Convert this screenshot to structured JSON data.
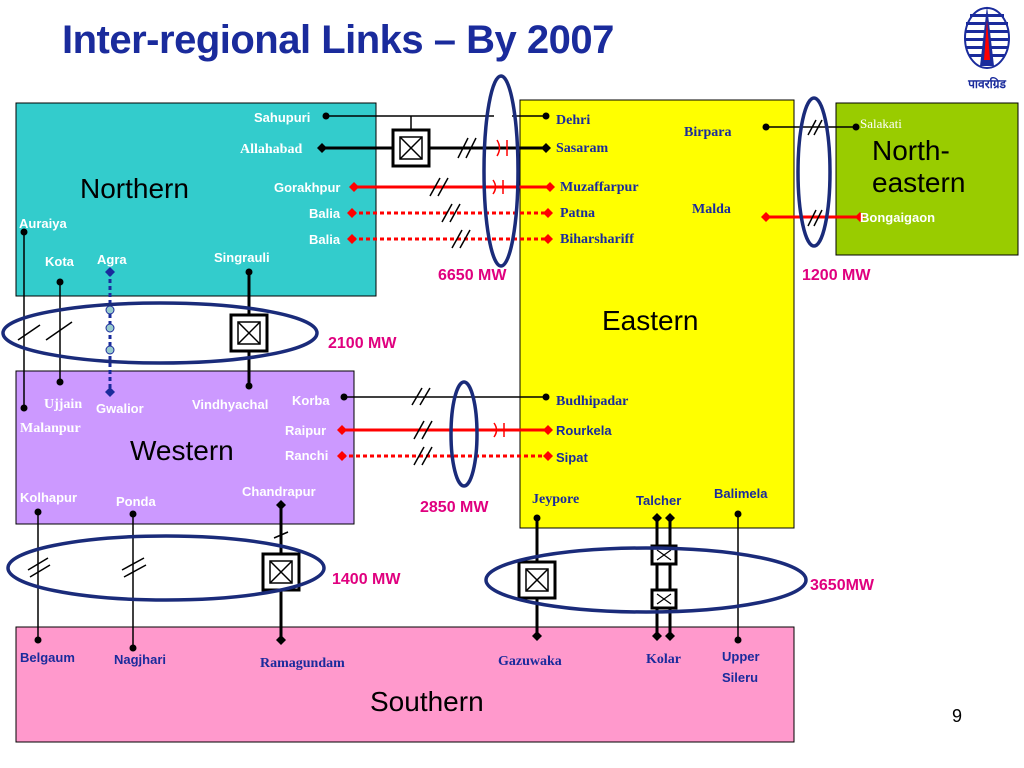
{
  "title": "Inter-regional Links – By 2007",
  "page_number": "9",
  "logo": {
    "text": "पावरग्रिड",
    "icon": "powergrid-tower-logo"
  },
  "colors": {
    "title": "#1a2b9c",
    "northern": "#33cccc",
    "eastern": "#ffff00",
    "northeastern": "#99cc00",
    "western": "#cc99ff",
    "southern": "#ff99cc",
    "ring": "#1a2b7a",
    "link_red": "#ff0000",
    "capacity": "#e0007f"
  },
  "regions": {
    "northern": "Northern",
    "eastern": "Eastern",
    "northeastern": "North-\neastern",
    "western": "Western",
    "southern": "Southern"
  },
  "capacities": {
    "ne_link": "6650 MW",
    "eastern_ne": "1200 MW",
    "northern_western": "2100 MW",
    "western_eastern": "2850 MW",
    "western_southern": "1400 MW",
    "eastern_southern": "3650MW"
  },
  "nodes": {
    "sahupuri": "Sahupuri",
    "allahabad": "Allahabad",
    "gorakhpur": "Gorakhpur",
    "balia1": "Balia",
    "balia2": "Balia",
    "auraiya": "Auraiya",
    "kota": "Kota",
    "agra": "Agra",
    "singrauli": "Singrauli",
    "dehri": "Dehri",
    "sasaram": "Sasaram",
    "muzaffarpur": "Muzaffarpur",
    "patna": "Patna",
    "biharshariff": "Biharshariff",
    "birpara": "Birpara",
    "malda": "Malda",
    "salakati": "Salakati",
    "bongaigaon": "Bongaigaon",
    "ujjain": "Ujjain",
    "gwalior": "Gwalior",
    "malanpur": "Malanpur",
    "vindhyachal": "Vindhyachal",
    "korba": "Korba",
    "raipur": "Raipur",
    "ranchi": "Ranchi",
    "budhipadar": "Budhipadar",
    "rourkela": "Rourkela",
    "sipat": "Sipat",
    "kolhapur": "Kolhapur",
    "ponda": "Ponda",
    "chandrapur": "Chandrapur",
    "jeypore": "Jeypore",
    "talcher": "Talcher",
    "balimela": "Balimela",
    "belgaum": "Belgaum",
    "nagjhari": "Nagjhari",
    "ramagundam": "Ramagundam",
    "gazuwaka": "Gazuwaka",
    "kolar": "Kolar",
    "upper_sileru_1": "Upper",
    "upper_sileru_2": "Sileru"
  }
}
